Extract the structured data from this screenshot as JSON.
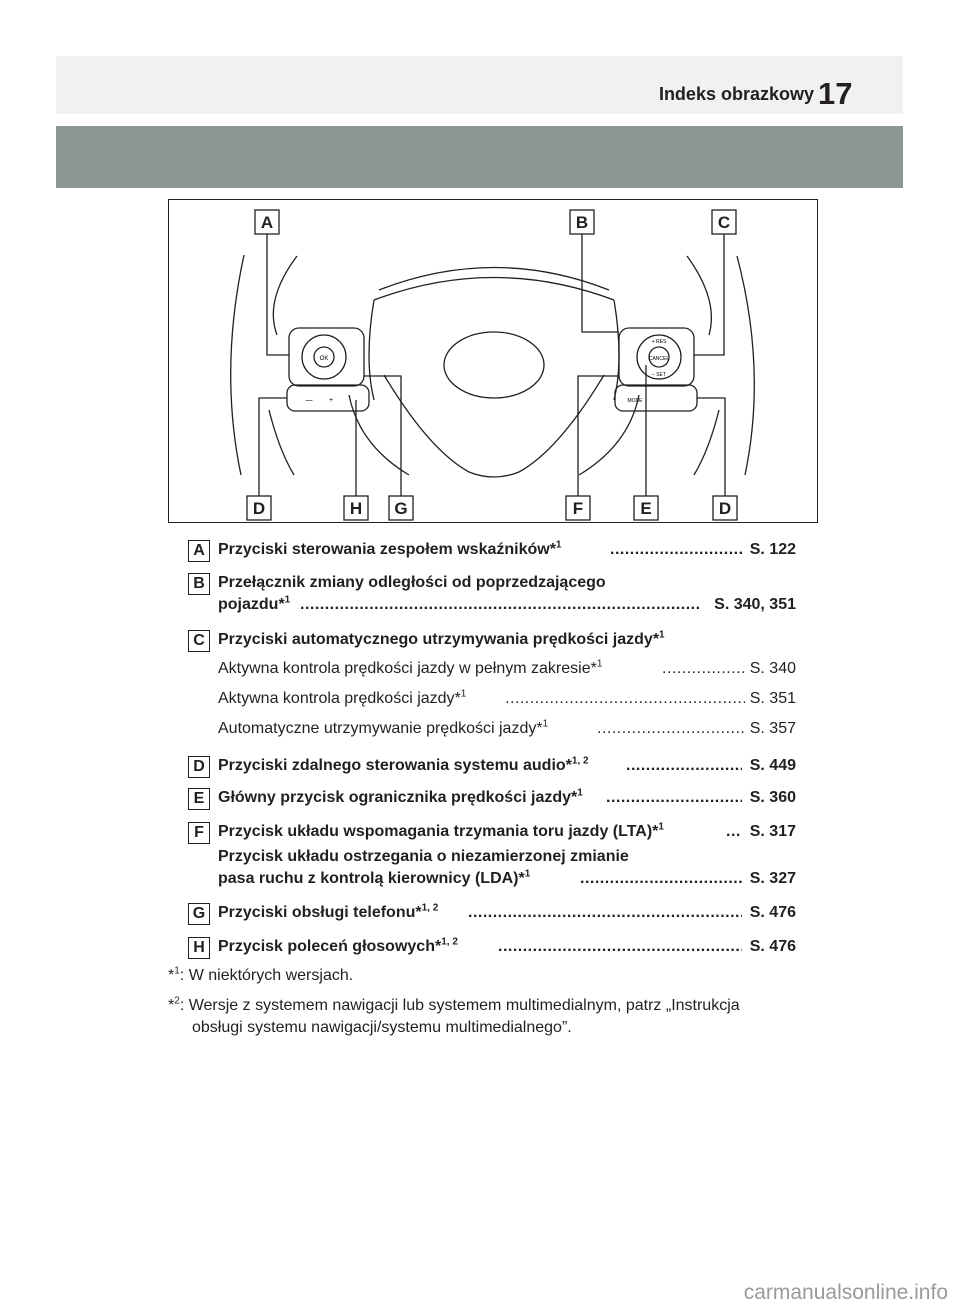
{
  "header": {
    "section_title": "Indeks obrazkowy",
    "page_number": "17"
  },
  "figure": {
    "callouts_top": [
      "A",
      "B",
      "C"
    ],
    "callouts_bottom": [
      "D",
      "H",
      "G",
      "F",
      "E",
      "D"
    ],
    "button_labels": {
      "ok": "OK",
      "res": "+ RES",
      "cancel": "CANCEL",
      "set": "– SET",
      "mode": "MODE",
      "vol_minus": "—",
      "vol_plus": "+"
    }
  },
  "entries": [
    {
      "tag": "A",
      "text": "Przyciski sterowania zespołem wskaźników*",
      "sup": "1",
      "ref": "S. 122"
    },
    {
      "tag": "B",
      "text": "Przełącznik zmiany odległości od poprzedzającego",
      "text2": "pojazdu*",
      "sup": "1",
      "ref": "S. 340, 351"
    },
    {
      "tag": "C",
      "text": "Przyciski automatycznego utrzymywania prędkości jazdy*",
      "sup": "1",
      "subitems": [
        {
          "text": "Aktywna kontrola prędkości jazdy w pełnym zakresie*",
          "sup": "1",
          "ref": "S. 340"
        },
        {
          "text": "Aktywna kontrola prędkości jazdy*",
          "sup": "1",
          "ref": "S. 351"
        },
        {
          "text": "Automatyczne utrzymywanie prędkości jazdy*",
          "sup": "1",
          "ref": "S. 357"
        }
      ]
    },
    {
      "tag": "D",
      "text": "Przyciski zdalnego sterowania systemu audio*",
      "sup": "1, 2",
      "ref": "S. 449"
    },
    {
      "tag": "E",
      "text": "Główny przycisk ogranicznika prędkości jazdy*",
      "sup": "1",
      "ref": "S. 360"
    },
    {
      "tag": "F",
      "text": "Przycisk układu wspomagania trzymania toru jazdy (LTA)*",
      "sup": "1",
      "ref": "S. 317",
      "text_b1": "Przycisk układu ostrzegania o niezamierzonej zmianie",
      "text_b2": "pasa ruchu z kontrolą kierownicy (LDA)*",
      "sup_b": "1",
      "ref_b": "S. 327"
    },
    {
      "tag": "G",
      "text": "Przyciski obsługi telefonu*",
      "sup": "1, 2",
      "ref": "S. 476"
    },
    {
      "tag": "H",
      "text": "Przycisk poleceń głosowych*",
      "sup": "1, 2",
      "ref": "S. 476"
    }
  ],
  "footnotes": [
    {
      "mark": "*",
      "sup": "1",
      "text": ": W niektórych wersjach."
    },
    {
      "mark": "*",
      "sup": "2",
      "text": ": Wersje z systemem nawigacji lub systemem multimedialnym, patrz „Instrukcja",
      "text2": "obsługi systemu nawigacji/systemu multimedialnego”."
    }
  ],
  "watermark": "carmanualsonline.info"
}
